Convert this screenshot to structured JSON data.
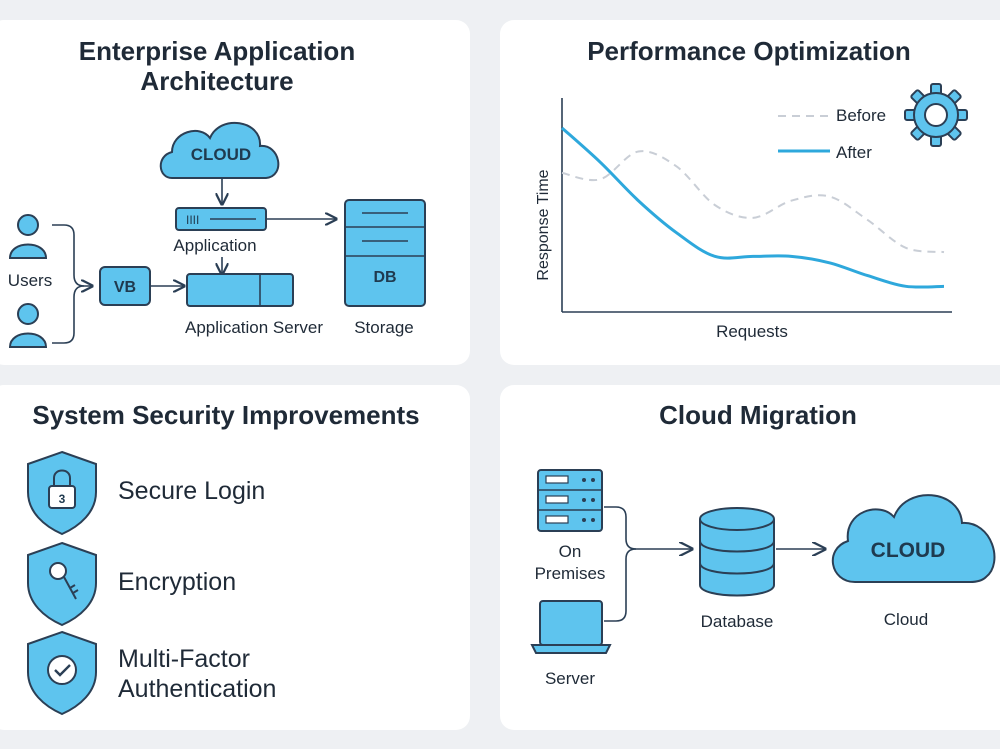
{
  "architecture": {
    "title_line1": "Enterprise Application",
    "title_line2": "Architecture",
    "cloud_label": "CLOUD",
    "app_label": "Application",
    "app_bar_text": "IIII",
    "users_label": "Users",
    "vb_label": "VB",
    "app_server_label": "Application Server",
    "db_label": "DB",
    "storage_label": "Storage"
  },
  "performance": {
    "title": "Performance Optimization",
    "chart_data": {
      "type": "line",
      "title": "Performance Optimization",
      "xlabel": "Requests",
      "ylabel": "Response Time",
      "legend_position": "top-right",
      "grid": false,
      "x": [
        0,
        1,
        2,
        3,
        4,
        5,
        6,
        7,
        8,
        9,
        10
      ],
      "ylim": [
        0,
        100
      ],
      "series": [
        {
          "name": "Before",
          "style": "dashed",
          "color": "#c9ced6",
          "values": [
            65,
            62,
            75,
            68,
            50,
            44,
            52,
            54,
            43,
            30,
            28
          ]
        },
        {
          "name": "After",
          "style": "solid",
          "color": "#2ea8dc",
          "values": [
            86,
            70,
            52,
            37,
            26,
            26,
            26,
            23,
            17,
            12,
            12
          ]
        }
      ]
    }
  },
  "security": {
    "title": "System Security Improvements",
    "items": [
      {
        "label": "Secure Login",
        "badge": "3"
      },
      {
        "label": "Encryption"
      },
      {
        "label_line1": "Multi-Factor",
        "label_line2": "Authentication"
      }
    ]
  },
  "migration": {
    "title": "Cloud Migration",
    "on_premises_line1": "On",
    "on_premises_line2": "Premises",
    "server_label": "Server",
    "database_label": "Database",
    "cloud_text": "CLOUD",
    "cloud_label": "Cloud"
  },
  "colors": {
    "accent": "#5ec4ee",
    "accent_dark": "#1f3a4f",
    "stroke": "#2b3f55",
    "line_after": "#2ea8dc",
    "line_before": "#c9ced6"
  }
}
